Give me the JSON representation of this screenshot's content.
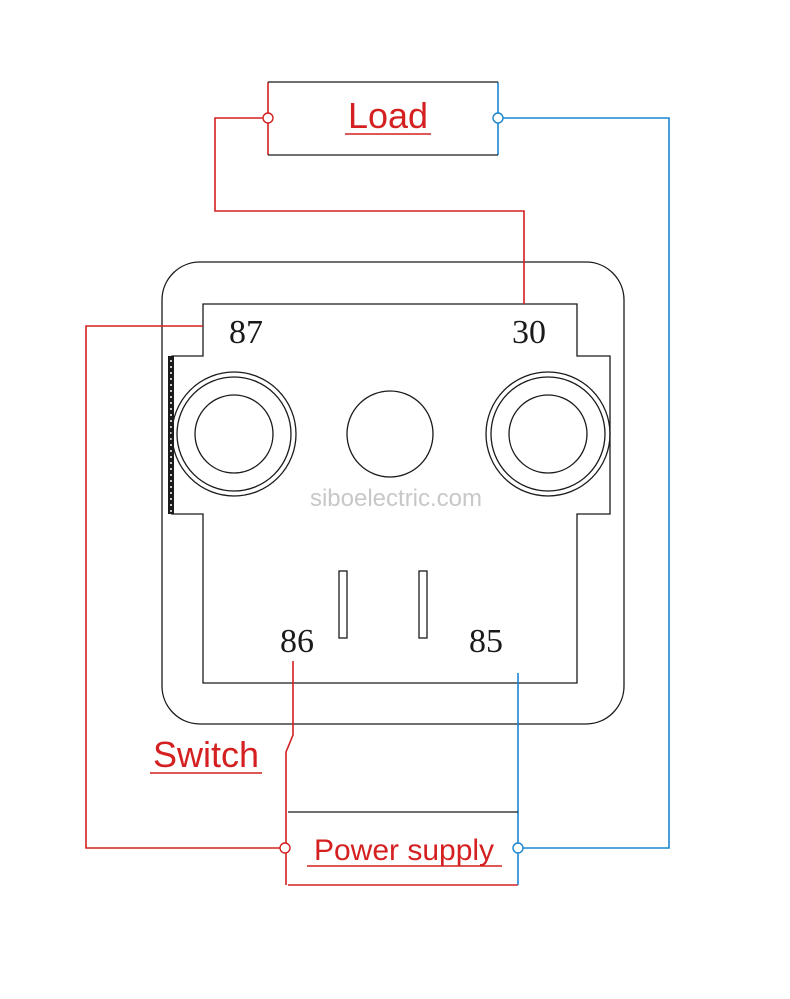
{
  "labels": {
    "load": "Load",
    "switch": "Switch",
    "power_supply": "Power supply",
    "watermark": "siboelectric.com"
  },
  "terminals": {
    "t87": "87",
    "t30": "30",
    "t86": "86",
    "t85": "85"
  },
  "colors": {
    "red_wire": "#d42020",
    "blue_wire": "#1a86d0",
    "outline": "#1a1a1a"
  }
}
